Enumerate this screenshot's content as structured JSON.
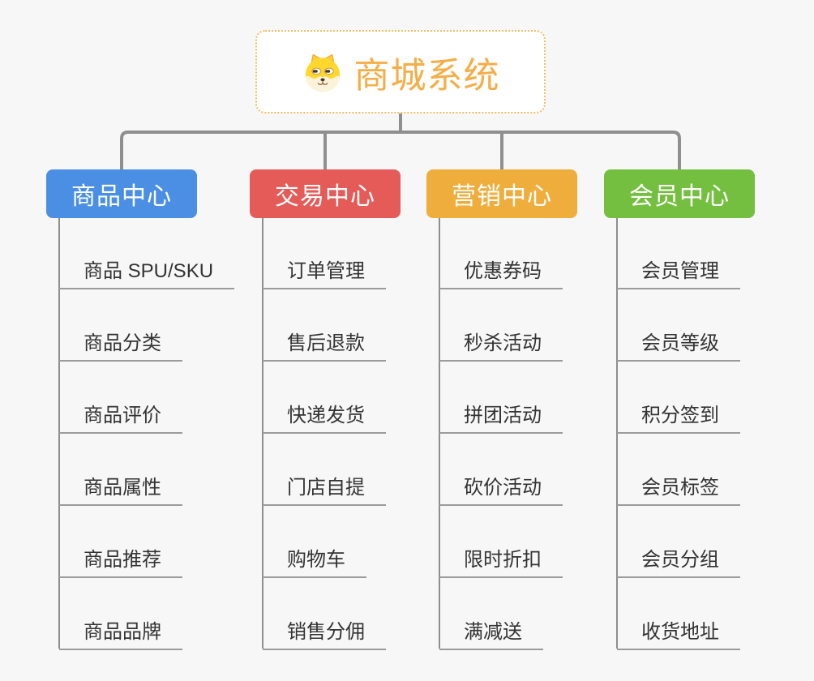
{
  "root": {
    "label": "商城系统",
    "icon": "shiba-dog-icon",
    "label_color": "#f5ad45",
    "border_color": "#f2bc5e"
  },
  "branches": [
    {
      "label": "商品中心",
      "color": "#4b8fe4",
      "children": [
        "商品 SPU/SKU",
        "商品分类",
        "商品评价",
        "商品属性",
        "商品推荐",
        "商品品牌"
      ]
    },
    {
      "label": "交易中心",
      "color": "#e45b58",
      "children": [
        "订单管理",
        "售后退款",
        "快递发货",
        "门店自提",
        "购物车",
        "销售分佣"
      ]
    },
    {
      "label": "营销中心",
      "color": "#efad3b",
      "children": [
        "优惠券码",
        "秒杀活动",
        "拼团活动",
        "砍价活动",
        "限时折扣",
        "满减送"
      ]
    },
    {
      "label": "会员中心",
      "color": "#74bf3f",
      "children": [
        "会员管理",
        "会员等级",
        "积分签到",
        "会员标签",
        "会员分组",
        "收货地址"
      ]
    }
  ],
  "connector_color": "#8f8f8f",
  "item_text_color": "#333333",
  "underline_color": "#9b9b9b"
}
